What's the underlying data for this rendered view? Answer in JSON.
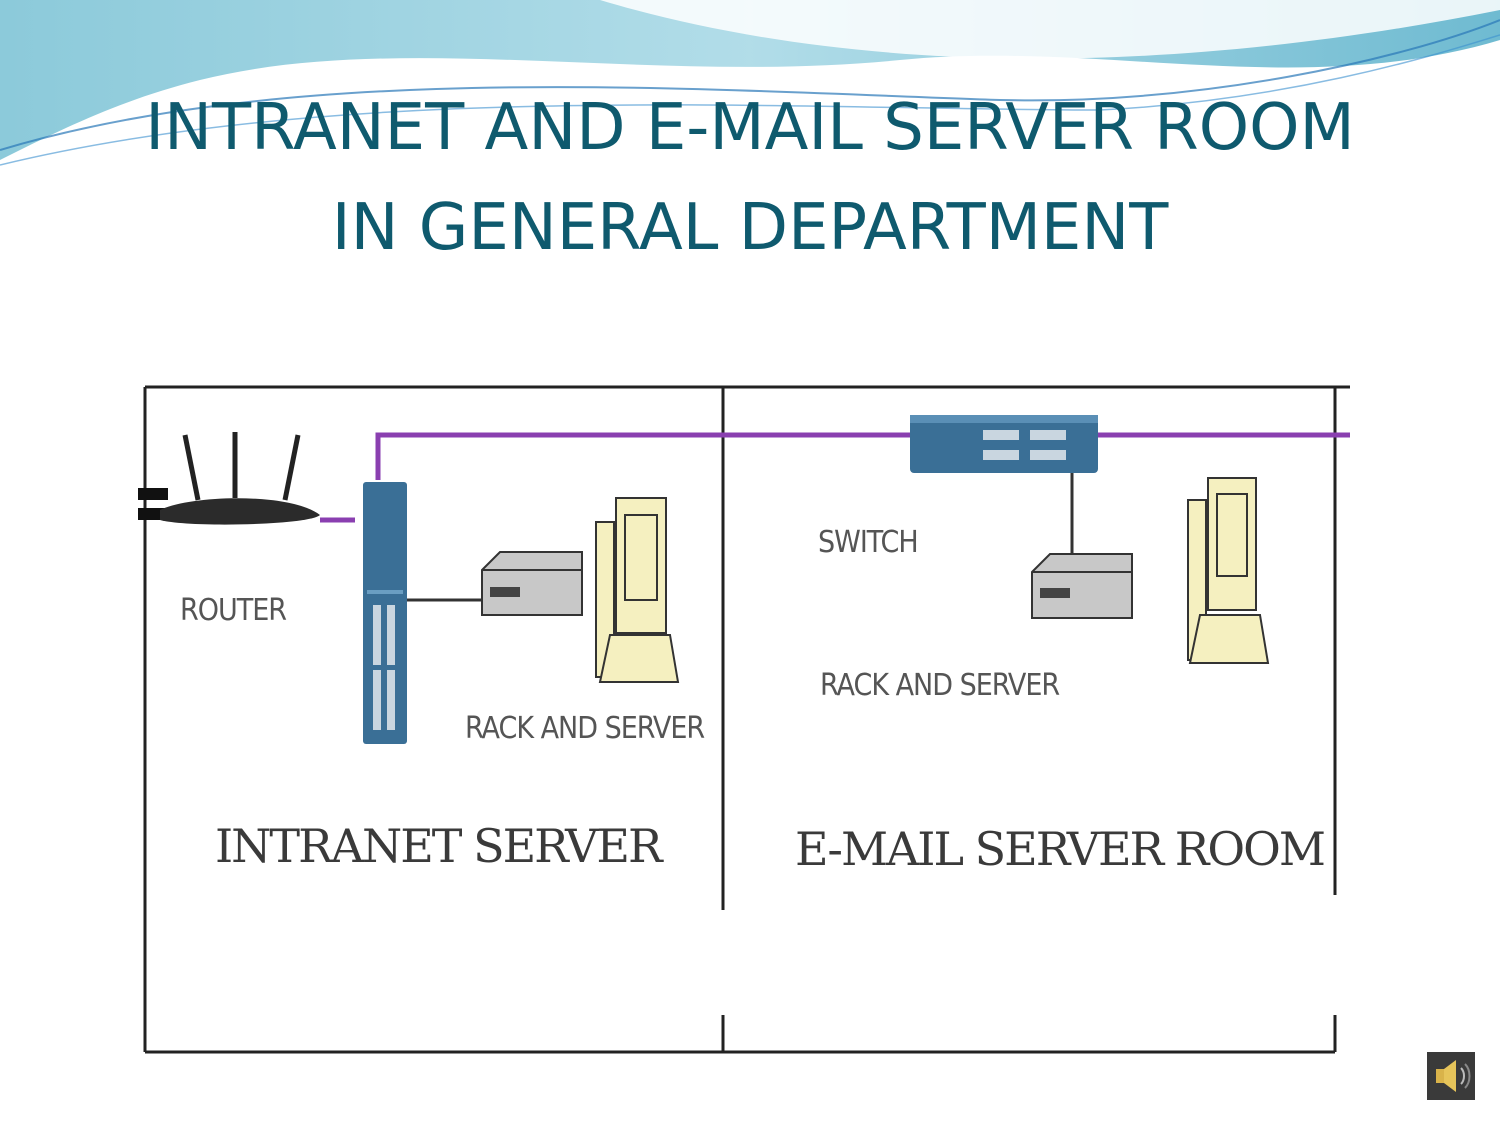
{
  "slide": {
    "title_line1": "INTRANET AND E-MAIL SERVER ROOM",
    "title_line2": "IN GENERAL DEPARTMENT"
  },
  "diagram": {
    "router_label": "ROUTER",
    "left_rack_label": "RACK  AND SERVER",
    "left_section_label": "INTRANET SERVER",
    "switch_label": "SWITCH",
    "right_rack_label": "RACK AND SERVER",
    "right_section_label": "E-MAIL  SERVER ROOM"
  },
  "colors": {
    "title": "#0f5a6e",
    "network_line": "#8a3fb0",
    "switch_body": "#3a6f96",
    "monitor": "#f5f0c0"
  },
  "icons": {
    "audio": "speaker-icon"
  }
}
